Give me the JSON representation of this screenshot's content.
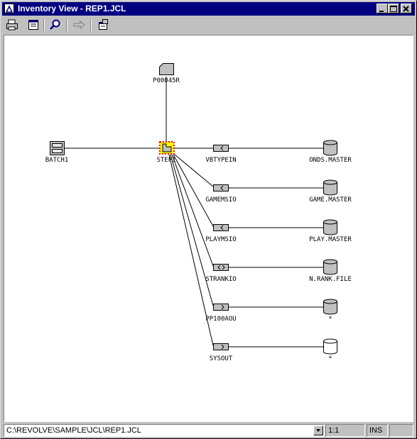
{
  "window": {
    "title": "Inventory View - REP1.JCL"
  },
  "toolbar": {
    "icons": [
      "printer-icon",
      "properties-icon",
      "search-icon",
      "forward-arrow-icon",
      "settings-icon"
    ]
  },
  "diagram": {
    "nodes": {
      "batch": "BATCH1",
      "step": "STEP1",
      "program": "P00045R",
      "dd": [
        "VBTYPEIN",
        "GAMEMSIO",
        "PLAYMSIO",
        "STRANKIO",
        "PP100AOU",
        "SYSOUT"
      ],
      "datasets": [
        "ONDS.MASTER",
        "GAME.MASTER",
        "PLAY.MASTER",
        "N.RANK.FILE",
        "*",
        "*"
      ]
    }
  },
  "statusbar": {
    "path": "C:\\REVOLVE\\SAMPLE\\JCL\\REP1.JCL",
    "position": "1:1",
    "mode": "INS",
    "extra": ""
  }
}
